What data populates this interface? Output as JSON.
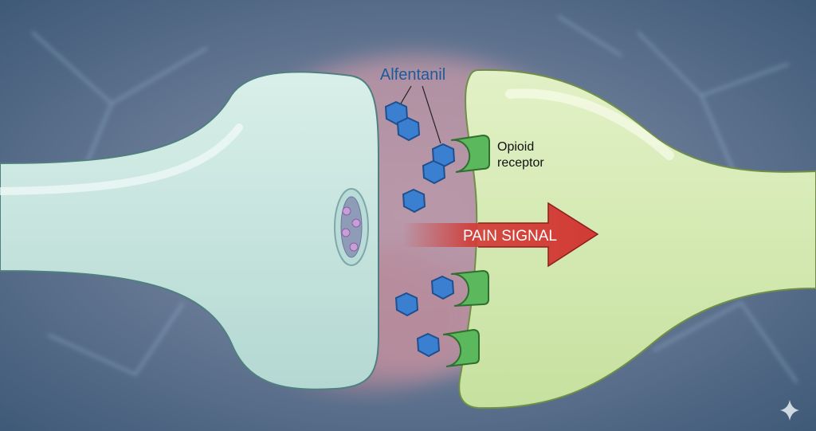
{
  "labels": {
    "drug": "Alfentanil",
    "receptor": "Opioid receptor",
    "receptor_line1": "Opioid",
    "receptor_line2": "receptor",
    "signal": "PAIN SIGNAL"
  },
  "colors": {
    "drug": "#3b7fd1",
    "receptor": "#5cb85c",
    "signal": "#d23a35",
    "presynaptic": "#cfe8e2",
    "postsynaptic": "#d8ebb8"
  }
}
